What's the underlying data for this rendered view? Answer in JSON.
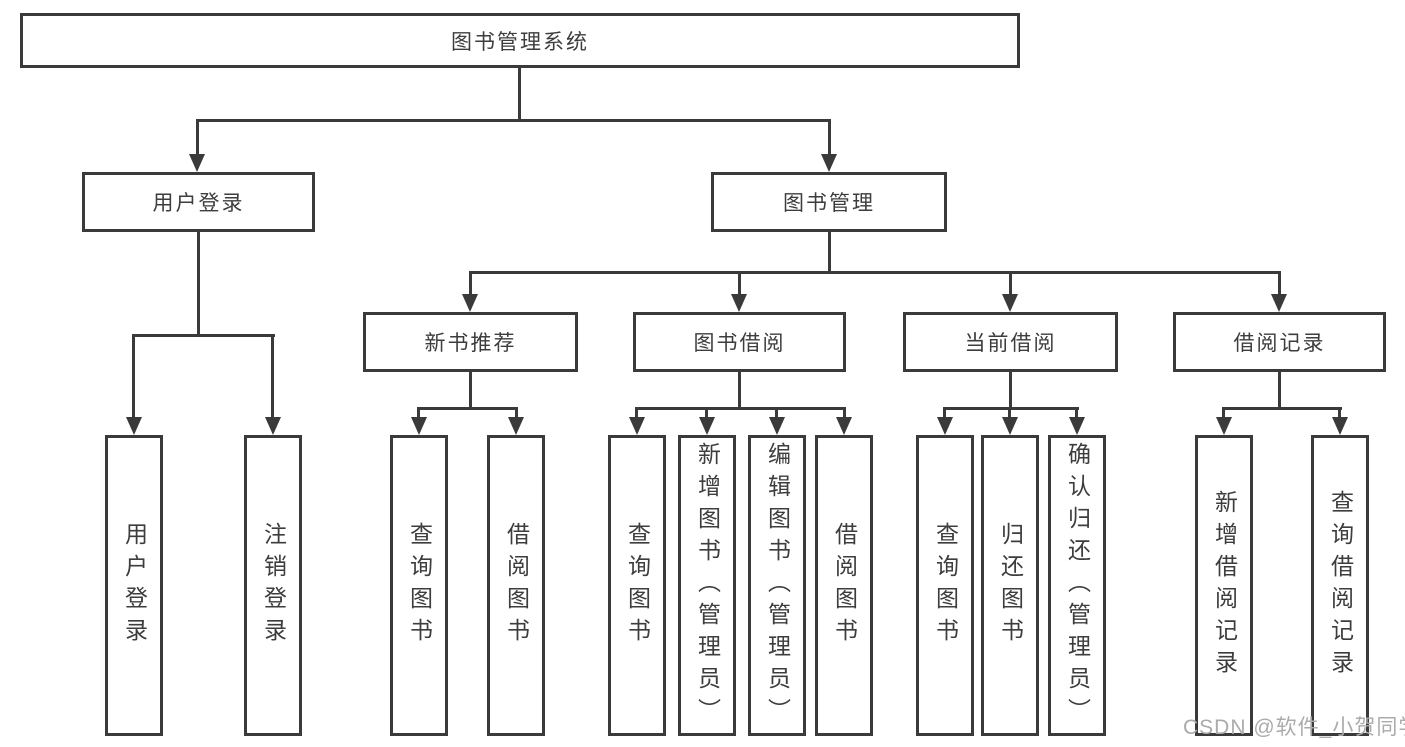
{
  "colors": {
    "line": "#3a3a3a",
    "box_border": "#3a3a3a",
    "text": "#3d3d3d",
    "watermark": "#ababab",
    "background": "#ffffff"
  },
  "watermark": {
    "text": "CSDN @软件_小贺同学"
  },
  "nodes": {
    "root": {
      "label": "图书管理系统"
    },
    "user_login": {
      "label": "用户登录"
    },
    "book_mgmt": {
      "label": "图书管理"
    },
    "new_book_rec": {
      "label": "新书推荐"
    },
    "book_borrow": {
      "label": "图书借阅"
    },
    "current_borrow": {
      "label": "当前借阅"
    },
    "borrow_records": {
      "label": "借阅记录"
    },
    "leaf_user_login": {
      "label": "用户登录"
    },
    "leaf_logout": {
      "label": "注销登录"
    },
    "rec_query_book": {
      "label": "查询图书"
    },
    "rec_borrow_book": {
      "label": "借阅图书"
    },
    "bor_query_book": {
      "label": "查询图书"
    },
    "bor_add_book": {
      "label": "新增图书（管理员）"
    },
    "bor_edit_book": {
      "label": "编辑图书（管理员）"
    },
    "bor_borrow_book": {
      "label": "借阅图书"
    },
    "cur_query_book": {
      "label": "查询图书"
    },
    "cur_return_book": {
      "label": "归还图书"
    },
    "cur_confirm_return": {
      "label": "确认归还（管理员）"
    },
    "hist_add_record": {
      "label": "新增借阅记录"
    },
    "hist_query_record": {
      "label": "查询借阅记录"
    }
  }
}
